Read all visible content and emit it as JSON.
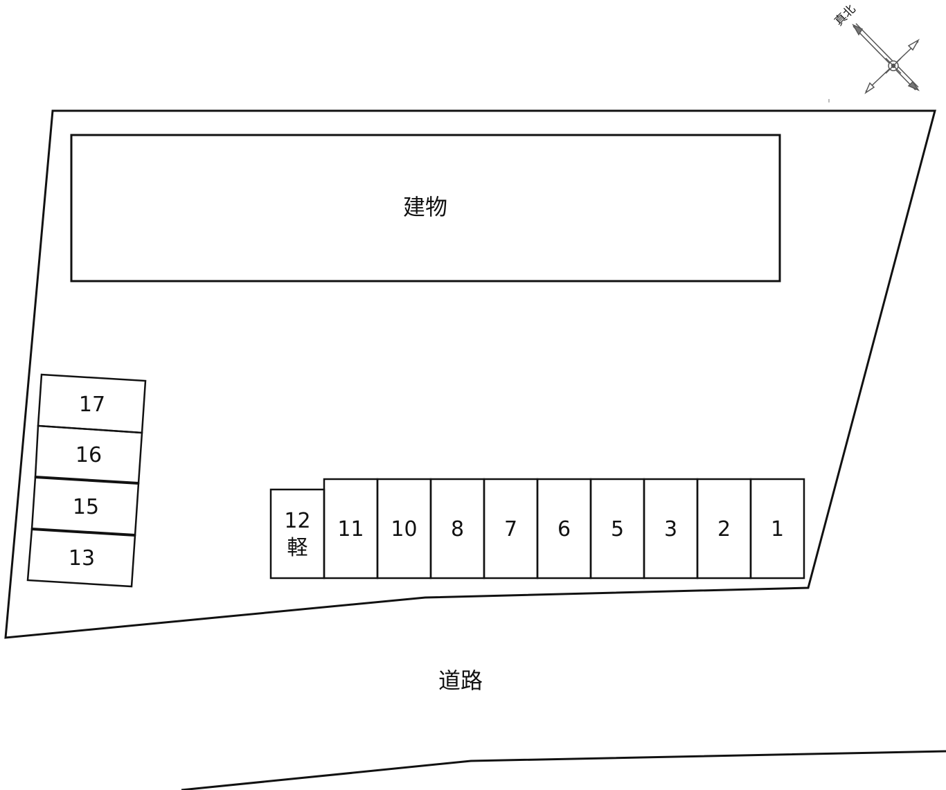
{
  "building_label": "建物",
  "road_label": "道路",
  "compass_label": "真北",
  "bottom_row_spaces": [
    {
      "number": "12",
      "note": "軽"
    },
    {
      "number": "11"
    },
    {
      "number": "10"
    },
    {
      "number": "8"
    },
    {
      "number": "7"
    },
    {
      "number": "6"
    },
    {
      "number": "5"
    },
    {
      "number": "3"
    },
    {
      "number": "2"
    },
    {
      "number": "1"
    }
  ],
  "left_column_spaces": [
    {
      "number": "17"
    },
    {
      "number": "16"
    },
    {
      "number": "15"
    },
    {
      "number": "13"
    }
  ],
  "colors": {
    "line": "#111111",
    "background": "#ffffff"
  }
}
